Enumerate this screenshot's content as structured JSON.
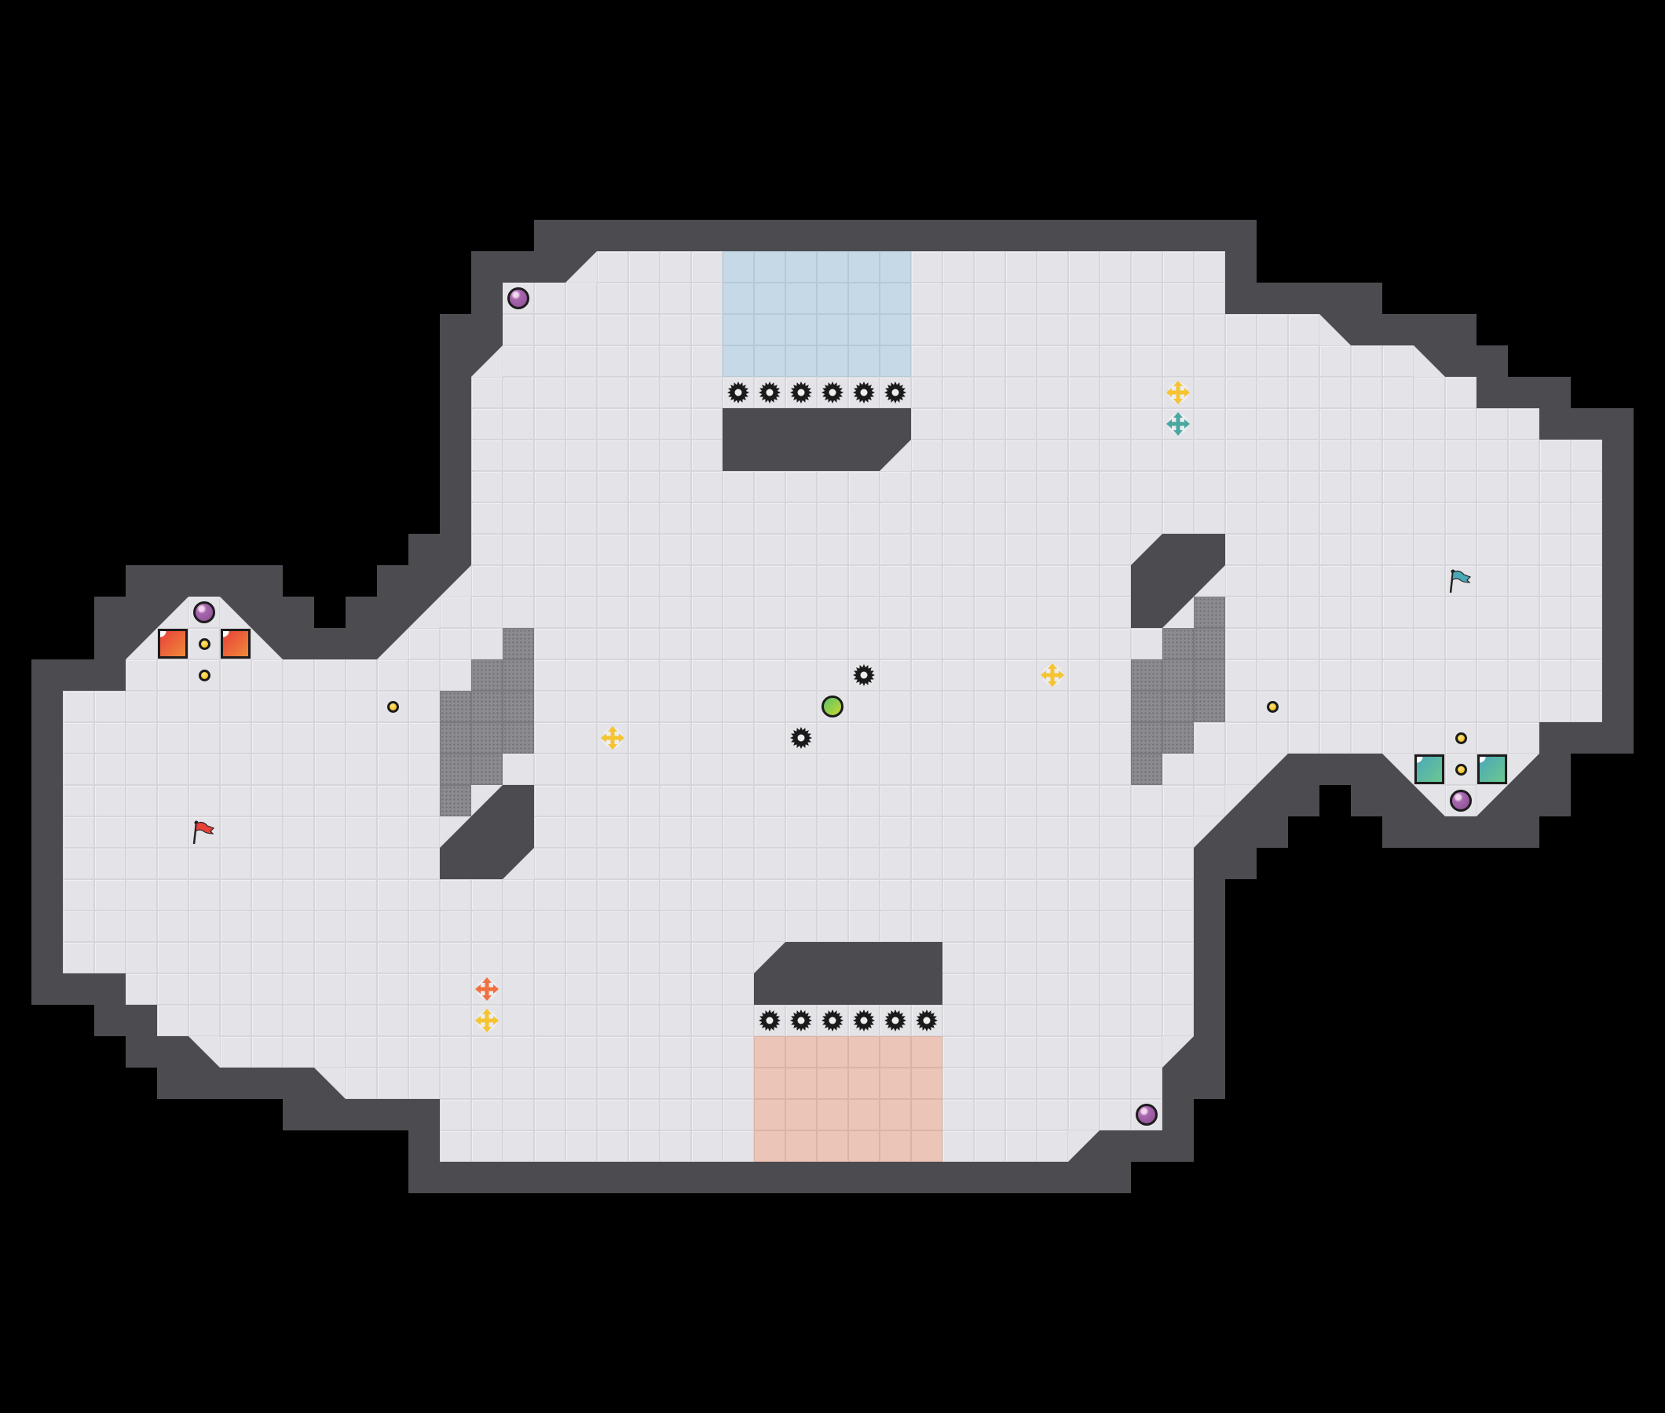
{
  "game": {
    "view": "tile-map-editor-preview",
    "colors": {
      "background": "#000000",
      "floor": "#e4e4e8",
      "wall": "#4b4b50",
      "blue_endzone": "#c5d9e6",
      "red_endzone": "#eac5b8",
      "gate": "#8c8c90",
      "red_team": "#e8403a",
      "blue_team": "#4aa8b8",
      "boost_yellow": "#f5c430",
      "boost_teal": "#4aa8a0",
      "boost_orange": "#f07040",
      "bomb": "#9a5aa0",
      "dot": "#f5c000",
      "ball": "#7cc84a"
    },
    "entity_types": [
      {
        "type": "red-flag",
        "count": 1
      },
      {
        "type": "blue-flag",
        "count": 1
      },
      {
        "type": "red-team-tile",
        "count": 2
      },
      {
        "type": "blue-team-tile",
        "count": 2
      },
      {
        "type": "bomb",
        "count": 4
      },
      {
        "type": "yellow-dot",
        "count": 6
      },
      {
        "type": "spike",
        "count": 14
      },
      {
        "type": "boost-yellow",
        "count": 4
      },
      {
        "type": "boost-teal",
        "count": 1
      },
      {
        "type": "boost-orange",
        "count": 1
      },
      {
        "type": "neutral-ball",
        "count": 1
      }
    ]
  }
}
